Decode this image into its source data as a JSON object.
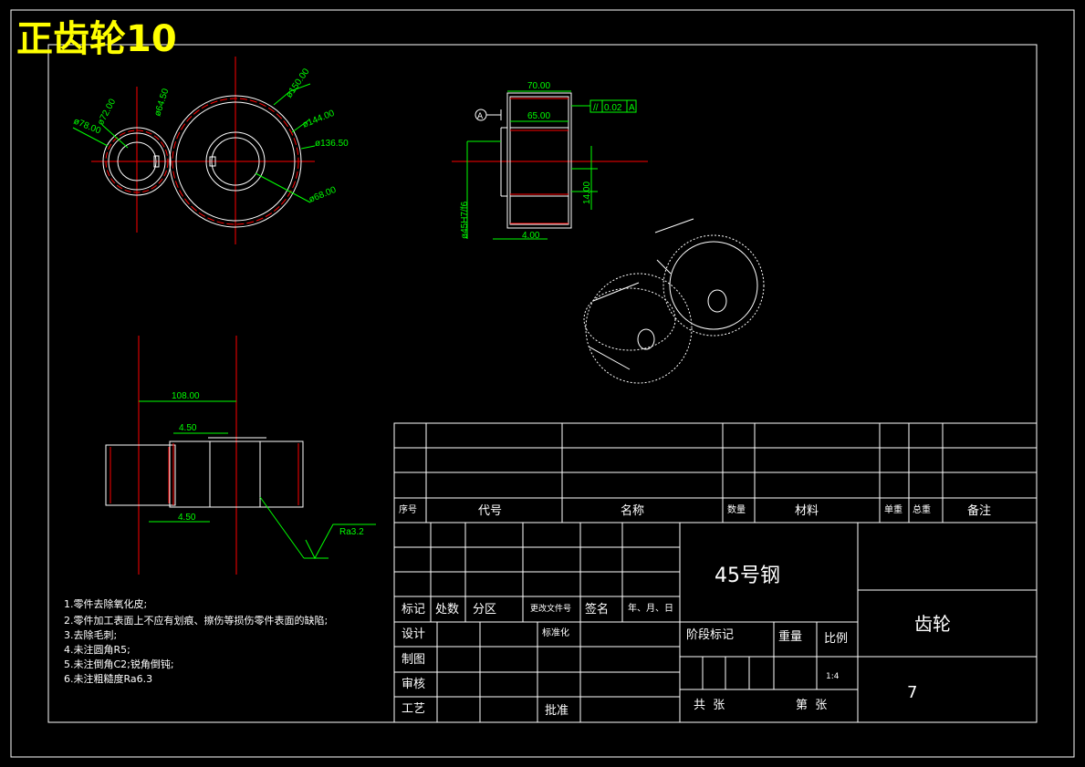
{
  "drawing": {
    "title": "正齿轮10",
    "gear_view_dims": {
      "d_small_outer": "ø78.00",
      "d_small_pitch": "ø72.00",
      "d_small_root": "ø64.50",
      "d_large_outer": "ø150.00",
      "d_large_pitch": "ø144.00",
      "d_large_root": "ø136.50",
      "d_large_hub": "ø68.00"
    },
    "section_view_dims": {
      "width_total": "70.00",
      "width_face": "65.00",
      "tolerance": "0.02",
      "datum": "A",
      "datum_circle": "A",
      "bore": "ø45H7/f6",
      "keyway": "14.00",
      "chamfer": "4.00"
    },
    "assembly_view_dims": {
      "center_distance": "108.00",
      "offset_top": "4.50",
      "offset_bottom": "4.50",
      "roughness": "Ra3.2"
    },
    "notes": [
      "1.零件去除氧化皮;",
      "2.零件加工表面上不应有划痕、擦伤等损伤零件表面的缺陷;",
      "3.去除毛刺;",
      "4.未注圆角R5;",
      "5.未注倒角C2;锐角倒钝;",
      "6.未注粗糙度Ra6.3"
    ]
  },
  "title_block": {
    "bom_header": {
      "seq": "序号",
      "code": "代号",
      "name": "名称",
      "qty": "数量",
      "material": "材料",
      "unit_weight": "单重",
      "total_weight": "总重",
      "remarks": "备注"
    },
    "material_value": "45号钢",
    "part_name": "齿轮",
    "drawing_number": "7",
    "revision_labels": {
      "mark": "标记",
      "count": "处数",
      "zone": "分区",
      "change_doc": "更改文件号",
      "sign": "签名",
      "date": "年、月、日"
    },
    "role_labels": {
      "design": "设计",
      "standardize": "标准化",
      "draw": "制图",
      "review": "审核",
      "process": "工艺",
      "approve": "批准"
    },
    "stage_mark": "阶段标记",
    "weight": "重量",
    "scale": "比例",
    "scale_value": "1:4",
    "total_sheets": "共  张",
    "sheet_no": "第  张"
  }
}
